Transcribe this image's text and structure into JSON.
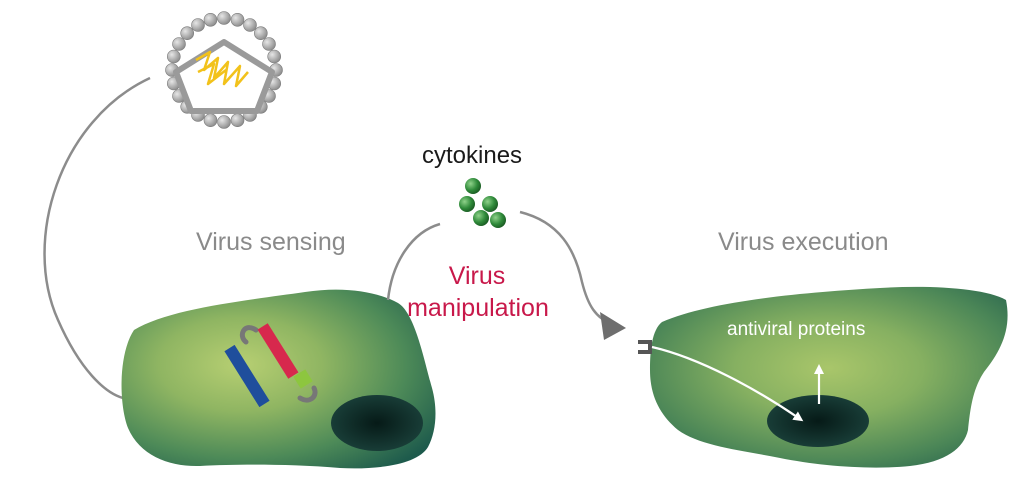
{
  "labels": {
    "virus_sensing": "Virus sensing",
    "virus_execution": "Virus execution",
    "cytokines": "cytokines",
    "virus_manipulation_line1": "Virus",
    "virus_manipulation_line2": "manipulation",
    "antiviral_proteins": "antiviral proteins"
  },
  "colors": {
    "label_gray": "#8a8a8a",
    "label_black": "#1a1a1a",
    "accent_red": "#c8184a",
    "label_white": "#ffffff",
    "cell_dark": "#1f5e4f",
    "cell_mid": "#4e8a53",
    "cell_light": "#a9c66a",
    "nucleus": "#0f2f2b",
    "connector_gray": "#8c8c8c",
    "cytokine_green": "#2f8a3a",
    "virus_particle": "#a8a8a8",
    "virus_shell": "#9a9a9a",
    "virus_genome": "#f2c21b",
    "receptor_red": "#d7284d",
    "receptor_blue": "#1f4e9c",
    "receptor_green": "#8dc63f"
  }
}
